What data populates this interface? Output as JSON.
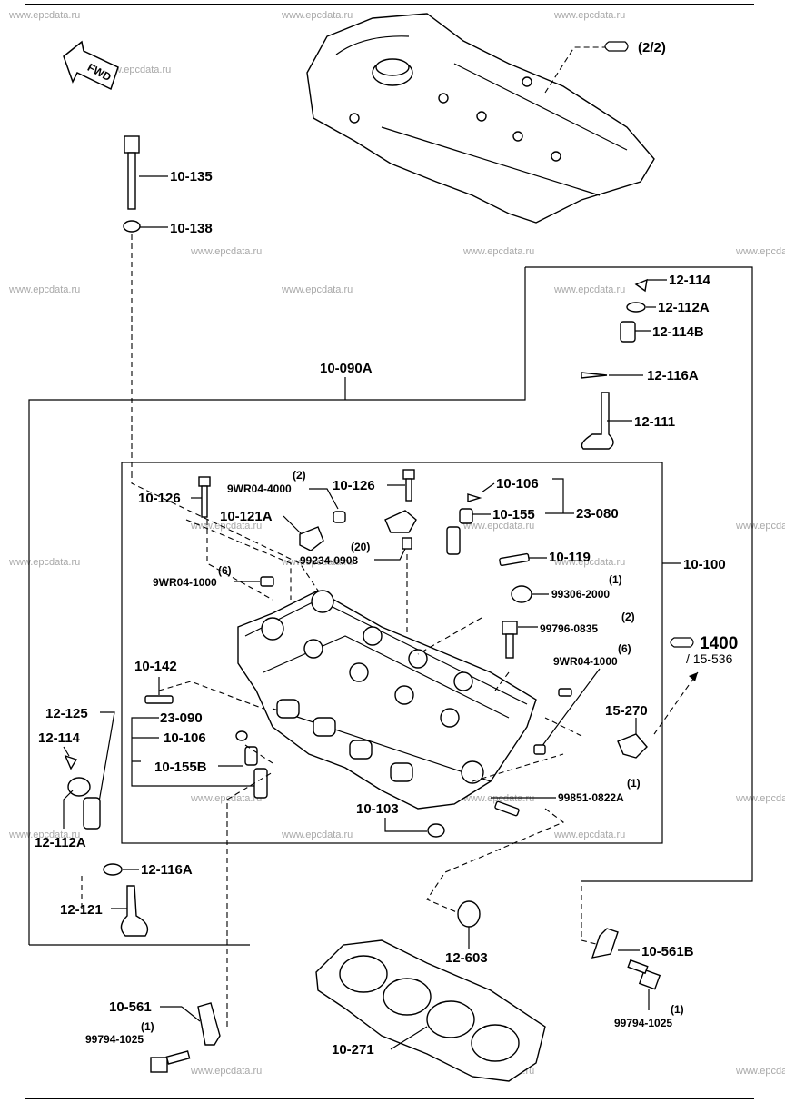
{
  "watermark": "www.epcdata.ru",
  "direction_label": "FWD",
  "reference_top": "(2/2)",
  "reference_right": "1400",
  "reference_right_sub": "/ 15-536",
  "labels": {
    "p10_135": "10-135",
    "p10_138": "10-138",
    "p12_114_top": "12-114",
    "p12_112A_top": "12-112A",
    "p12_114B": "12-114B",
    "p10_090A": "10-090A",
    "p12_116A_top": "12-116A",
    "p12_111": "12-111",
    "p10_126_left": "10-126",
    "q_9WR04_4000": "(2)",
    "p9WR04_4000": "9WR04-4000",
    "p10_126_mid": "10-126",
    "p10_106_top": "10-106",
    "p10_155": "10-155",
    "p23_080": "23-080",
    "p10_121A": "10-121A",
    "q_99234": "(20)",
    "p99234_0908": "99234-0908",
    "p10_119": "10-119",
    "p10_100": "10-100",
    "q_9WR04_1000_left": "(6)",
    "p9WR04_1000_left": "9WR04-1000",
    "q_99306": "(1)",
    "p99306_2000": "99306-2000",
    "q_99796": "(2)",
    "p99796_0835": "99796-0835",
    "q_9WR04_1000_right": "(6)",
    "p9WR04_1000_right": "9WR04-1000",
    "p10_142": "10-142",
    "p12_125": "12-125",
    "p23_090": "23-090",
    "p12_114_left": "12-114",
    "p10_106_left": "10-106",
    "p10_155B": "10-155B",
    "p15_270": "15-270",
    "q_99851": "(1)",
    "p99851_0822A": "99851-0822A",
    "p12_112A_left": "12-112A",
    "p10_103": "10-103",
    "p12_116A_left": "12-116A",
    "p12_121": "12-121",
    "p12_603": "12-603",
    "p10_561B": "10-561B",
    "q_99794_right": "(1)",
    "p99794_1025_right": "99794-1025",
    "p10_561": "10-561",
    "q_99794_left": "(1)",
    "p99794_1025_left": "99794-1025",
    "p10_271": "10-271"
  }
}
